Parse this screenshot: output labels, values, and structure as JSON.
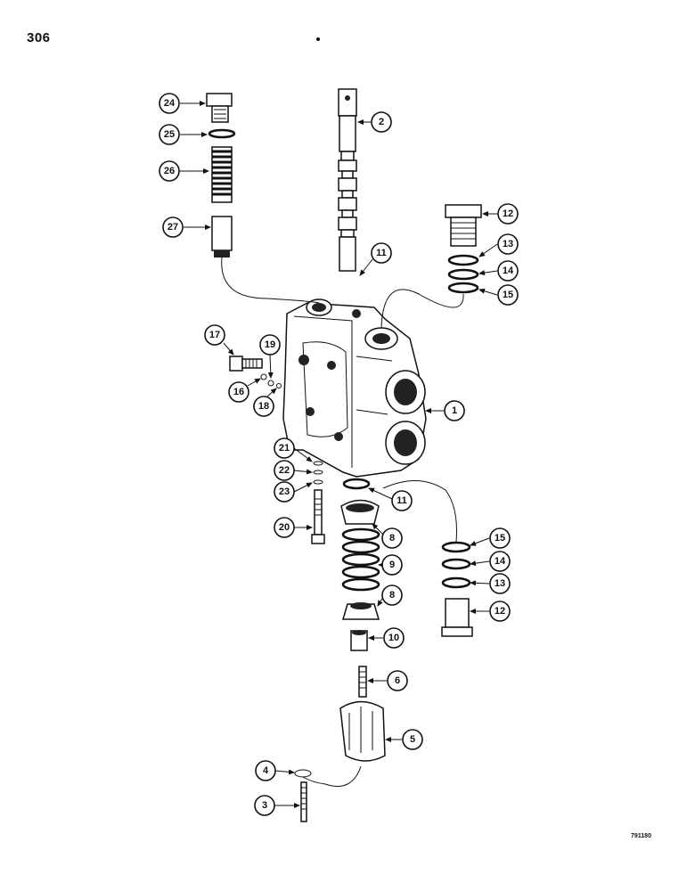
{
  "page": {
    "number": "306",
    "figure_code": "791180"
  },
  "callouts": [
    "24",
    "25",
    "26",
    "27",
    "2",
    "11",
    "12",
    "13",
    "14",
    "15",
    "17",
    "19",
    "16",
    "18",
    "1",
    "21",
    "22",
    "23",
    "20",
    "11",
    "8",
    "9",
    "8",
    "10",
    "15",
    "14",
    "13",
    "12",
    "6",
    "5",
    "4",
    "3"
  ],
  "colors": {
    "ink": "#111111",
    "paper": "#ffffff"
  }
}
